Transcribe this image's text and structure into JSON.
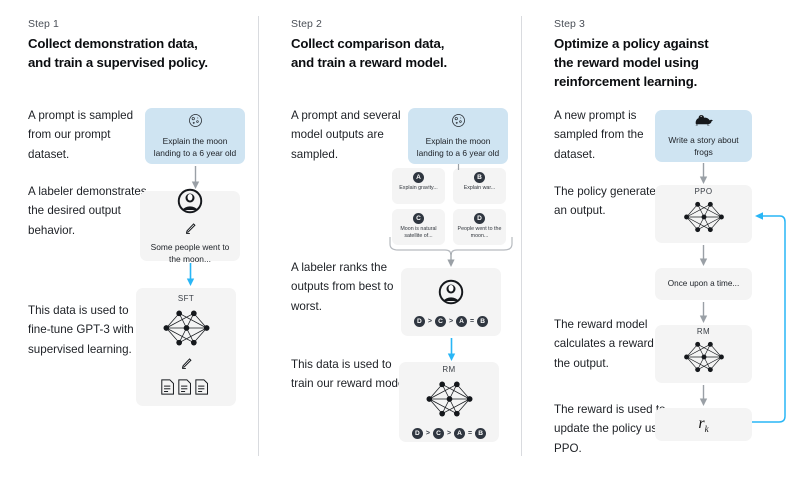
{
  "palette": {
    "prompt_card_blue": "#cfe4f2",
    "model_card_gray": "#f4f4f4",
    "accent_blue_arrow": "#29b6f6",
    "gray_arrow": "#9aa0a6",
    "badge_dark": "#2f3640",
    "divider": "#d9dbdf",
    "text": "#14161a"
  },
  "steps": [
    {
      "label": "Step 1",
      "title": "Collect demonstration data,\nand train a supervised policy.",
      "paragraphs": [
        "A prompt is sampled from our prompt dataset.",
        "A labeler demonstrates the desired output behavior.",
        "This data is used to fine-tune GPT-3 with supervised learning."
      ],
      "cards": [
        {
          "kind": "prompt",
          "icon": "moon-icon",
          "text": "Explain the moon landing to a 6 year old"
        },
        {
          "kind": "labeler",
          "icon": "person-icon",
          "sub_icon": "pencil-icon",
          "text": "Some people went to the moon..."
        },
        {
          "kind": "model",
          "tag": "SFT",
          "icon": "neural-network-icon",
          "sub_icon": "pencil-icon",
          "extra_icon": "documents-icon"
        }
      ],
      "arrows": [
        {
          "from": "prompt-card",
          "to": "labeler-card",
          "color": "gray"
        },
        {
          "from": "labeler-card",
          "to": "sft-card",
          "color": "blue"
        }
      ]
    },
    {
      "label": "Step 2",
      "title": "Collect comparison data,\nand train a reward model.",
      "paragraphs": [
        "A prompt and several model outputs are sampled.",
        "A labeler ranks the outputs from best to worst.",
        "This data is used to train our reward model."
      ],
      "cards": [
        {
          "kind": "prompt",
          "icon": "moon-icon",
          "text": "Explain the moon landing to a 6 year old"
        },
        {
          "kind": "options",
          "options": [
            {
              "badge": "A",
              "text": "Explain gravity..."
            },
            {
              "badge": "B",
              "text": "Explain war..."
            },
            {
              "badge": "C",
              "text": "Moon is natural satellite of..."
            },
            {
              "badge": "D",
              "text": "People went to the moon..."
            }
          ]
        },
        {
          "kind": "labeler",
          "icon": "person-icon",
          "ranking": [
            "D",
            ">",
            "C",
            ">",
            "A",
            "=",
            "B"
          ]
        },
        {
          "kind": "model",
          "tag": "RM",
          "icon": "neural-network-icon",
          "ranking": [
            "D",
            ">",
            "C",
            ">",
            "A",
            "=",
            "B"
          ]
        }
      ],
      "arrows": [
        {
          "from": "prompt-card",
          "to": "options-grid",
          "color": "gray"
        },
        {
          "from": "options-grid",
          "to": "labeler-card",
          "color": "gray",
          "style": "brace"
        },
        {
          "from": "labeler-card",
          "to": "rm-card",
          "color": "blue"
        }
      ]
    },
    {
      "label": "Step 3",
      "title": "Optimize a policy against\nthe reward model using\nreinforcement learning.",
      "paragraphs": [
        "A new prompt is sampled from the dataset.",
        "The policy generates an output.",
        "The reward model calculates a reward for the output.",
        "The reward is used to update the policy using PPO."
      ],
      "cards": [
        {
          "kind": "prompt",
          "icon": "frog-icon",
          "text": "Write a story about frogs"
        },
        {
          "kind": "model",
          "tag": "PPO",
          "icon": "neural-network-icon"
        },
        {
          "kind": "output",
          "text": "Once upon a time..."
        },
        {
          "kind": "model",
          "tag": "RM",
          "icon": "neural-network-icon"
        },
        {
          "kind": "reward",
          "symbol": "r",
          "subscript": "k"
        }
      ],
      "arrows": [
        {
          "from": "prompt-card",
          "to": "ppo-card",
          "color": "gray"
        },
        {
          "from": "ppo-card",
          "to": "output-card",
          "color": "gray"
        },
        {
          "from": "output-card",
          "to": "rm-card",
          "color": "gray"
        },
        {
          "from": "rm-card",
          "to": "reward-card",
          "color": "gray"
        },
        {
          "from": "reward-card",
          "to": "ppo-card",
          "color": "blue",
          "style": "feedback-loop"
        }
      ]
    }
  ]
}
